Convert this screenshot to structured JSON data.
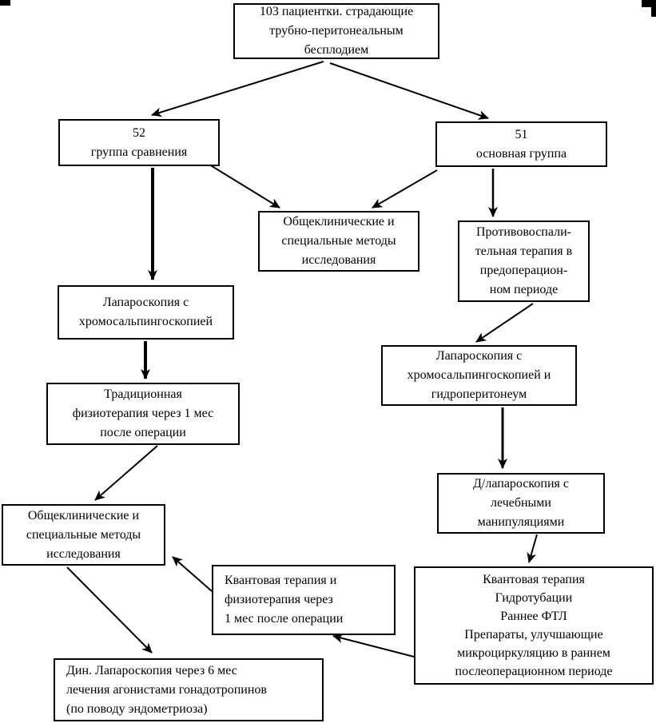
{
  "diagram": {
    "nodes": {
      "patients": {
        "text": "103 пациентки. страдающие\nтрубно-перитонеальным\nбесплодием"
      },
      "comparison_group": {
        "text": "52\nгруппа сравнения"
      },
      "main_group": {
        "text": "51\nосновная группа"
      },
      "general_methods_mid": {
        "text": "Общеклинические и\nспециальные методы\nисследования"
      },
      "antiinflammatory": {
        "text": "Противовоспали-\nтельная терапия в\nпредоперацион-\nном периоде"
      },
      "laparoscopy_left": {
        "text": "Лапароскопия с\nхромосальпингоскопией"
      },
      "laparoscopy_right": {
        "text": "Лапароскопия с\nхромосальпингоскопией и\nгидроперитонеум"
      },
      "traditional_physio": {
        "text": "Традиционная\nфизиотерапия через 1 мес\nпосле операции"
      },
      "relaparoscopy": {
        "text": "Д/лапароскопия с\nлечебными\nманипуляциями"
      },
      "general_methods_left": {
        "text": "Общеклинические и\nспециальные методы\nисследования"
      },
      "quantum_physio": {
        "text": "Квантовая терапия и\nфизиотерапия через\n1 мес после операции"
      },
      "quantum_complex": {
        "text": "Квантовая терапия\nГидротубации\nРаннее ФТЛ\nПрепараты, улучшающие\nмикроциркуляцию в раннем\nпослеоперационном периоде"
      },
      "dynamic_laparoscopy": {
        "text": "Дин. Лапароскопия через 6 мес\nлечения агонистами гонадотропинов\n(по поводу эндометриоза)"
      }
    },
    "colors": {
      "line": "#000000",
      "background": "#ffffff",
      "text": "#000000"
    }
  }
}
